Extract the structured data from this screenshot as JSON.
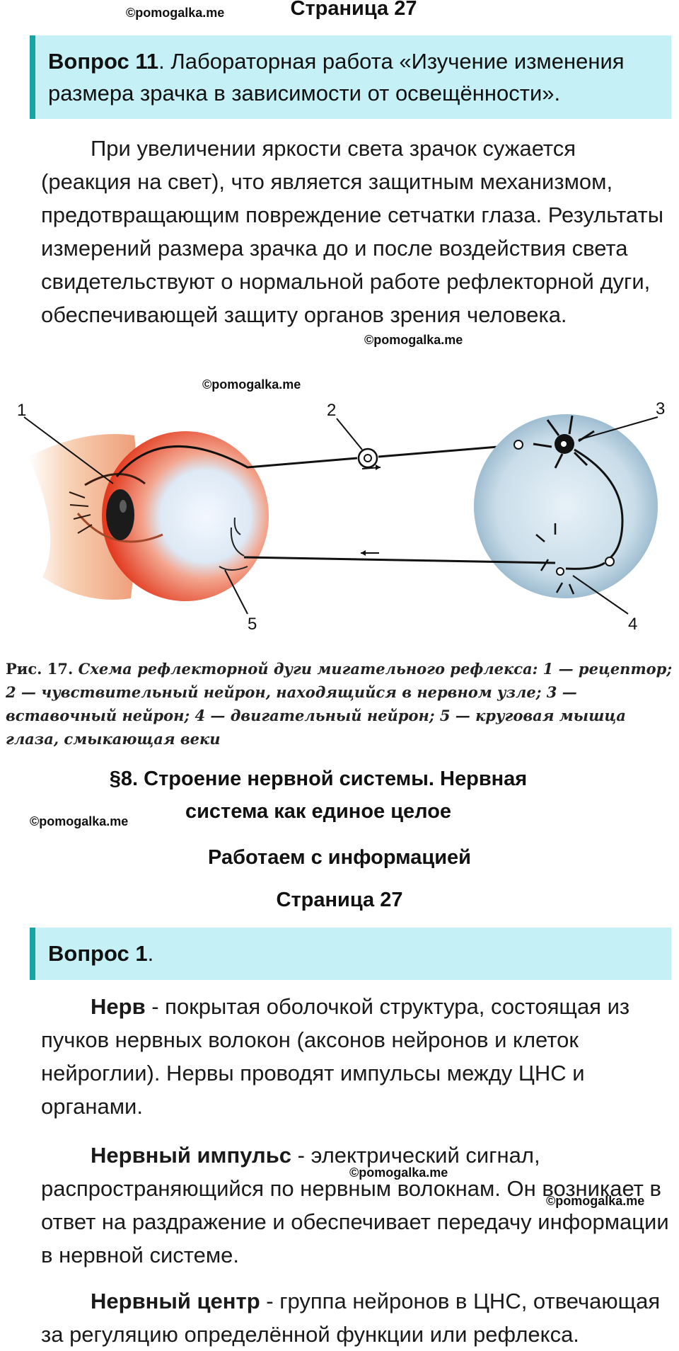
{
  "watermarks": {
    "w1": "©pomogalka.me",
    "w2": "©pomogalka.me",
    "w3": "©pomogalka.me",
    "w4": "©pomogalka.me",
    "w5": "©pomogalka.me",
    "w6": "©pomogalka.me"
  },
  "page_top": "Страница 27",
  "q11": {
    "label": "Вопрос 11",
    "text": ". Лабораторная работа «Изучение изменения размера зрачка в зависимости от освещённости»."
  },
  "answer11": "При увеличении яркости света зрачок сужается (реакция на свет), что является защитным механизмом, предотвращающим повреждение сетчатки глаза. Результаты измерений размера зрачка до и после воздействия света свидетельствуют о нормальной работе рефлекторной дуги, обеспечивающей защиту органов зрения человека.",
  "figure": {
    "labels": [
      "1",
      "2",
      "3",
      "4",
      "5"
    ],
    "caption_lead": "Рис. 17.",
    "caption_rest": " Схема рефлекторной дуги мигательного рефлекса: 1 — рецептор; 2 — чувствительный нейрон, находящийся в нервном узле; 3 — вставочный нейрон; 4 — двигательный нейрон; 5 — круговая мышца глаза, смыкающая веки"
  },
  "section": {
    "title": "§8. Строение нервной системы. Нервная система как единое целое",
    "subtitle": "Работаем с информацией",
    "page": "Страница 27"
  },
  "q1": {
    "label": "Вопрос 1",
    "text": "."
  },
  "definitions": [
    {
      "term": "Нерв",
      "text": " - покрытая оболочкой структура, состоящая из пучков нервных волокон (аксонов нейронов и клеток нейроглии). Нервы проводят импульсы между ЦНС и органами."
    },
    {
      "term": "Нервный импульс",
      "text": " - электрический сигнал, распространяющийся по нервным волокнам. Он возникает в ответ на раздражение и обеспечивает передачу информации в нервной системе."
    },
    {
      "term": "Нервный центр",
      "text": " - группа нейронов в ЦНС, отвечающая за регуляцию определённой функции или рефлекса."
    }
  ]
}
